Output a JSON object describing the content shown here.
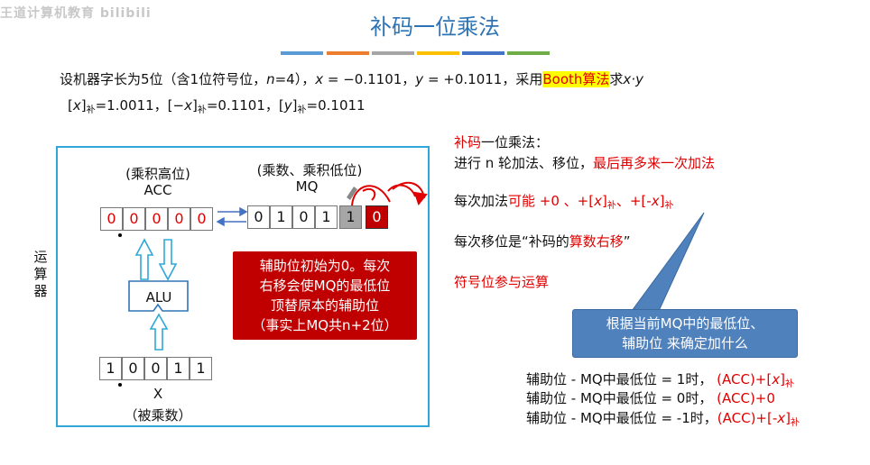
{
  "watermark": "王道计算机教育 bilibili",
  "title": "补码一位乘法",
  "title_bar_colors": [
    "#5b9bd5",
    "#ed7d31",
    "#a5a5a5",
    "#ffc000",
    "#4472c4",
    "#70ad47"
  ],
  "problem": {
    "part1": "设机器字长为5位（含1位符号位，",
    "n": "n",
    "part2": "=4），",
    "x": "x",
    "part3": " = −0.1101，",
    "y": "y",
    "part4": " = +0.1011，采用",
    "booth": "Booth算法",
    "part5": "求",
    "xy": "x·y"
  },
  "complements": {
    "x_open": "[",
    "x": "x",
    "x_close": "]",
    "sub": "补",
    "x_val": "=1.0011，",
    "nx_open": "[−",
    "nx_val": "=0.1101，",
    "y_val": "=0.1011"
  },
  "acc": {
    "caption": "(乘积高位)",
    "name": "ACC",
    "bits": [
      "0",
      "0",
      "0",
      "0",
      "0"
    ]
  },
  "mq": {
    "caption": "(乘数、乘积低位)",
    "name": "MQ",
    "bits": [
      "0",
      "1",
      "0",
      "1",
      "1"
    ],
    "aux_bit": "0"
  },
  "alu_label": "ALU",
  "x_reg": {
    "bits": [
      "1",
      "0",
      "0",
      "1",
      "1"
    ],
    "name": "X",
    "caption": "（被乘数）"
  },
  "side_label": [
    "运",
    "算",
    "器"
  ],
  "red_callout": [
    "辅助位初始为0。每次",
    "右移会使MQ的最低位",
    "顶替原本的辅助位",
    "（事实上MQ共n+2位）"
  ],
  "right": {
    "heading_red": "补码",
    "heading_rest": "一位乘法：",
    "l1_a": "进行 n 轮加法、移位，",
    "l1_b": "最后再多来一次加法",
    "l2_a": "每次加法",
    "l2_b": "可能 +0 、+[",
    "l2_x": "x",
    "l2_c": "]",
    "l2_sub": "补",
    "l2_d": "、+[-",
    "l2_e": "]",
    "l3_a": "每次移位是“补码的",
    "l3_b": "算数右移",
    "l3_c": "”",
    "l4": "符号位参与运算"
  },
  "blue_callout": [
    "根据当前MQ中的最低位、",
    "辅助位 来确定加什么"
  ],
  "rules": [
    {
      "cond": "辅助位 - MQ中最低位 = 1时，",
      "act": "(ACC)+[",
      "v": "x",
      "end": "]",
      "sub": "补"
    },
    {
      "cond": "辅助位 - MQ中最低位 = 0时，",
      "act": "(ACC)+0",
      "v": "",
      "end": "",
      "sub": ""
    },
    {
      "cond": "辅助位 - MQ中最低位 = -1时，",
      "act": "(ACC)+[-",
      "v": "x",
      "end": "]",
      "sub": "补"
    }
  ]
}
